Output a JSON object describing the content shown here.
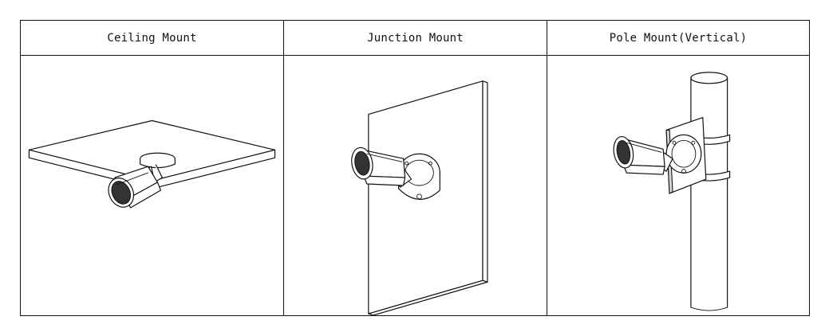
{
  "table": {
    "columns": [
      {
        "header": "Ceiling Mount",
        "illustration": "ceiling-mount-camera"
      },
      {
        "header": "Junction Mount",
        "illustration": "junction-box-mount-camera"
      },
      {
        "header": "Pole Mount(Vertical)",
        "illustration": "pole-mount-camera"
      }
    ]
  },
  "colors": {
    "line": "#111111",
    "background": "#ffffff"
  }
}
